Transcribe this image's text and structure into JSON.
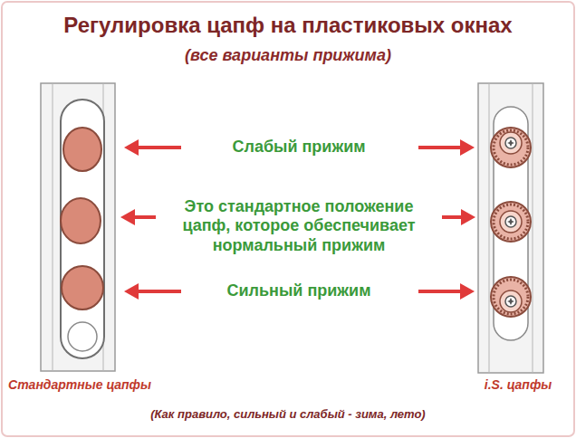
{
  "diagram": {
    "title": "Регулировка цапф на пластиковых окнах",
    "caption": "(Как правило, сильный и слабый - зима, лето)",
    "labels": [
      "(все варианты прижима)",
      "Слабый прижим",
      "Это стандартное положение цапф, которое обеспечивает нормальный прижим",
      "Сильный прижим",
      "Стандартные цапфы",
      "i.S. цапфы"
    ]
  }
}
